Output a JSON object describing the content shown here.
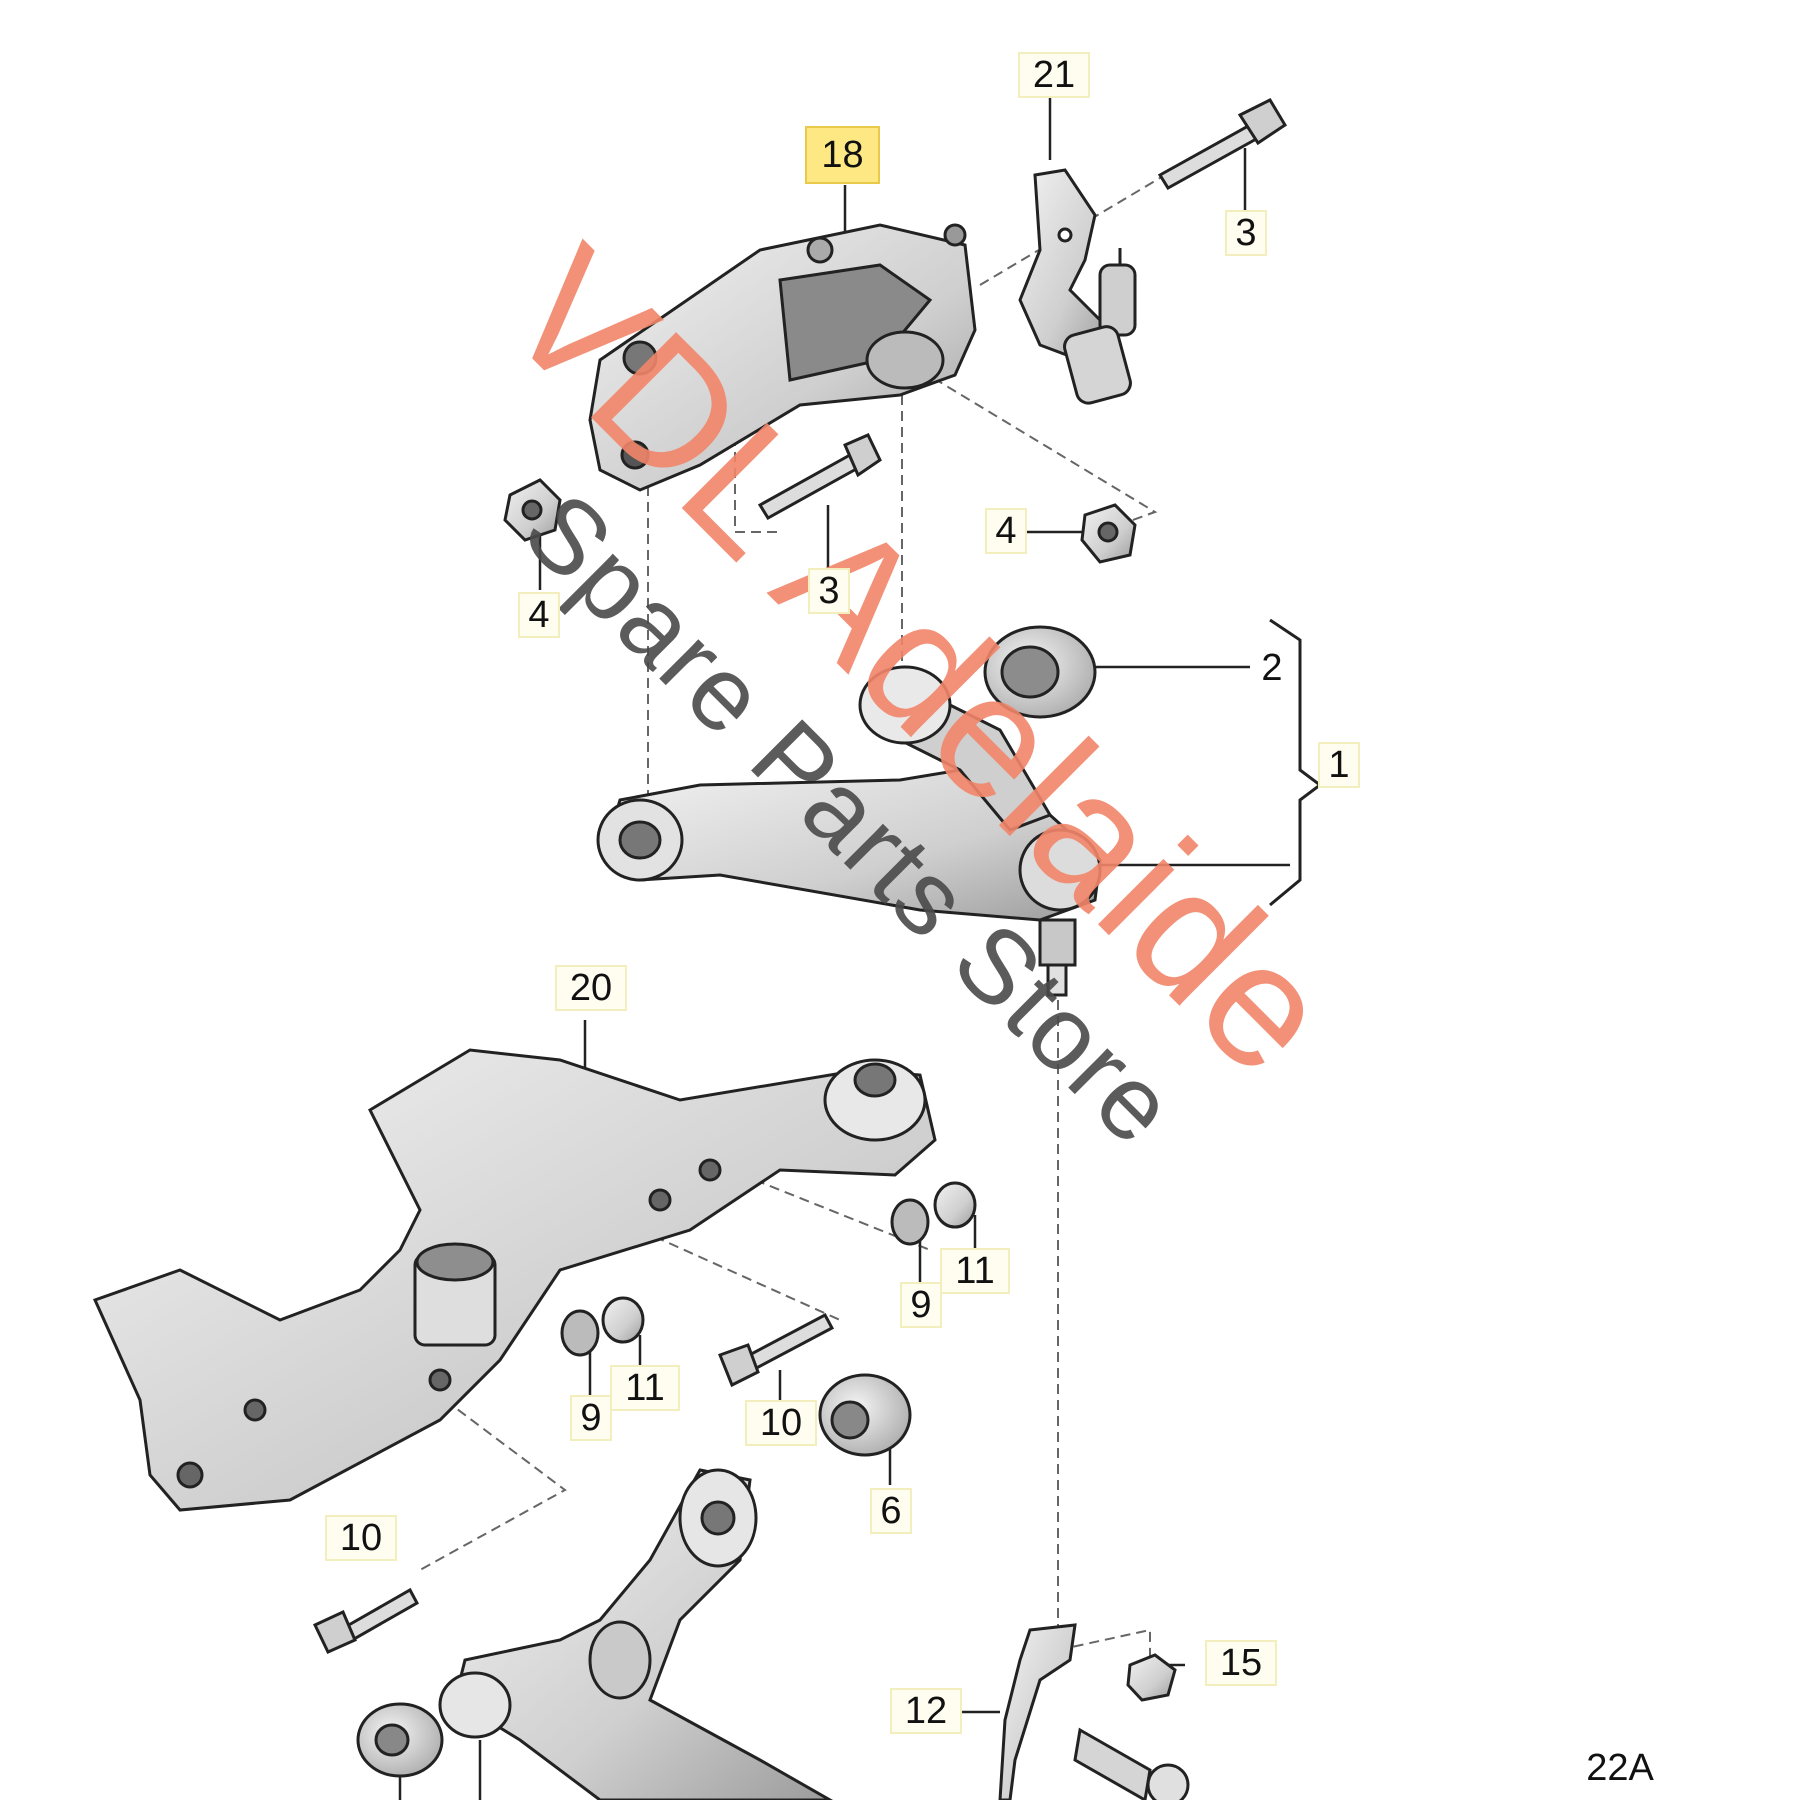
{
  "watermark": {
    "primary": "VDL Adelaide",
    "secondary": "Spare Parts Store"
  },
  "callouts": [
    {
      "id": "c18",
      "label": "18",
      "highlighted": true
    },
    {
      "id": "c21",
      "label": "21"
    },
    {
      "id": "c3a",
      "label": "3"
    },
    {
      "id": "c3b",
      "label": "3"
    },
    {
      "id": "c4a",
      "label": "4"
    },
    {
      "id": "c4b",
      "label": "4"
    },
    {
      "id": "c2",
      "label": "2"
    },
    {
      "id": "c1",
      "label": "1"
    },
    {
      "id": "c20",
      "label": "20"
    },
    {
      "id": "c9a",
      "label": "9"
    },
    {
      "id": "c11a",
      "label": "11"
    },
    {
      "id": "c9b",
      "label": "9"
    },
    {
      "id": "c11b",
      "label": "11"
    },
    {
      "id": "c10a",
      "label": "10"
    },
    {
      "id": "c6",
      "label": "6"
    },
    {
      "id": "c10b",
      "label": "10"
    },
    {
      "id": "c15",
      "label": "15"
    },
    {
      "id": "c12",
      "label": "12"
    },
    {
      "id": "c22A",
      "label": "22A"
    }
  ],
  "colors": {
    "part_fill": "#d8d8d8",
    "part_stroke": "#222222",
    "watermark_primary": "#f2866a",
    "watermark_secondary": "#4a4a4a",
    "highlight": "#fde883"
  }
}
